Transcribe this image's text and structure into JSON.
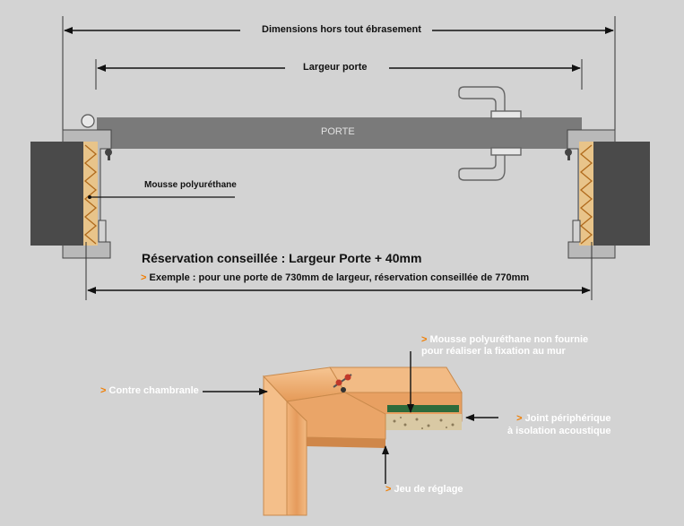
{
  "top_diagram": {
    "overall_dimension_label": "Dimensions hors tout ébrasement",
    "door_width_label": "Largeur porte",
    "door_label": "PORTE",
    "foam_label": "Mousse polyuréthane",
    "reservation_title": "Réservation conseillée : Largeur Porte + 40mm",
    "example_marker": ">",
    "example_text": "Exemple : pour une porte de 730mm de largeur, réservation conseillée de 770mm"
  },
  "bottom_diagram": {
    "marker": ">",
    "frame_label": "Contre chambranle",
    "foam_label_line1": "Mousse polyuréthane non fournie",
    "foam_label_line2": "pour réaliser la fixation au mur",
    "seal_label_line1": "Joint périphérique",
    "seal_label_line2": "à isolation acoustique",
    "adjust_label": "Jeu de réglage"
  },
  "colors": {
    "background": "#d3d3d3",
    "door_gray": "#7a7a7a",
    "wall_dark": "#4a4a4a",
    "frame_gray": "#b8b8b8",
    "foam": "#e8c48a",
    "accent_orange": "#f07d00",
    "wood": "#e6a468"
  }
}
